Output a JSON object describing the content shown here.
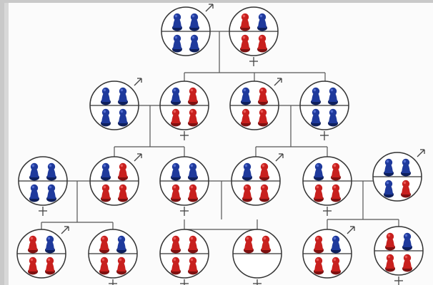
{
  "colors": {
    "background": "#c9c9c9",
    "paper": "#fbfbfb",
    "line": "#555555",
    "blue_pawn": "#1f3a9c",
    "red_pawn": "#c8201e"
  },
  "icons": {
    "male": "male-symbol-icon",
    "female": "female-symbol-icon"
  },
  "pedigree": {
    "generations": [
      {
        "name": "generation-1",
        "individuals": [
          {
            "name": "g1-father",
            "sex": "male",
            "top": [
              "blue",
              "blue"
            ],
            "bottom": [
              "blue",
              "blue"
            ]
          },
          {
            "name": "g1-mother",
            "sex": "female",
            "top": [
              "red",
              "blue"
            ],
            "bottom": [
              "red",
              "red"
            ]
          }
        ]
      },
      {
        "name": "generation-2",
        "individuals": [
          {
            "name": "g2-p1",
            "sex": "male",
            "top": [
              "blue",
              "blue"
            ],
            "bottom": [
              "blue",
              "blue"
            ]
          },
          {
            "name": "g2-p2",
            "sex": "female",
            "top": [
              "blue",
              "red"
            ],
            "bottom": [
              "red",
              "red"
            ]
          },
          {
            "name": "g2-p3",
            "sex": "male",
            "top": [
              "blue",
              "red"
            ],
            "bottom": [
              "red",
              "red"
            ]
          },
          {
            "name": "g2-p4",
            "sex": "female",
            "top": [
              "blue",
              "blue"
            ],
            "bottom": [
              "blue",
              "blue"
            ]
          }
        ]
      },
      {
        "name": "generation-3",
        "individuals": [
          {
            "name": "g3-p1",
            "sex": "female",
            "top": [
              "blue",
              "blue"
            ],
            "bottom": [
              "blue",
              "blue"
            ]
          },
          {
            "name": "g3-p2",
            "sex": "male",
            "top": [
              "blue",
              "red"
            ],
            "bottom": [
              "red",
              "red"
            ]
          },
          {
            "name": "g3-p3",
            "sex": "female",
            "top": [
              "blue",
              "blue"
            ],
            "bottom": [
              "red",
              "red"
            ]
          },
          {
            "name": "g3-p4",
            "sex": "male",
            "top": [
              "blue",
              "red"
            ],
            "bottom": [
              "red",
              "red"
            ]
          },
          {
            "name": "g3-p5",
            "sex": "female",
            "top": [
              "blue",
              "red"
            ],
            "bottom": [
              "red",
              "red"
            ]
          },
          {
            "name": "g3-p6",
            "sex": "male",
            "top": [
              "blue",
              "blue"
            ],
            "bottom": [
              "blue",
              "red"
            ]
          }
        ]
      },
      {
        "name": "generation-4",
        "individuals": [
          {
            "name": "g4-p1",
            "sex": "male",
            "top": [
              "red",
              "blue"
            ],
            "bottom": [
              "red",
              "red"
            ]
          },
          {
            "name": "g4-p2",
            "sex": "female",
            "top": [
              "red",
              "blue"
            ],
            "bottom": [
              "red",
              "red"
            ]
          },
          {
            "name": "g4-p3",
            "sex": "female",
            "top": [
              "red",
              "red"
            ],
            "bottom": [
              "red",
              "red"
            ]
          },
          {
            "name": "g4-p4",
            "sex": "female",
            "top": [
              "red",
              "red"
            ],
            "bottom": []
          },
          {
            "name": "g4-p5",
            "sex": "male",
            "top": [
              "red",
              "blue"
            ],
            "bottom": [
              "red",
              "red"
            ]
          },
          {
            "name": "g4-p6",
            "sex": "female",
            "top": [
              "red",
              "blue"
            ],
            "bottom": [
              "red",
              "red"
            ]
          }
        ]
      }
    ]
  }
}
